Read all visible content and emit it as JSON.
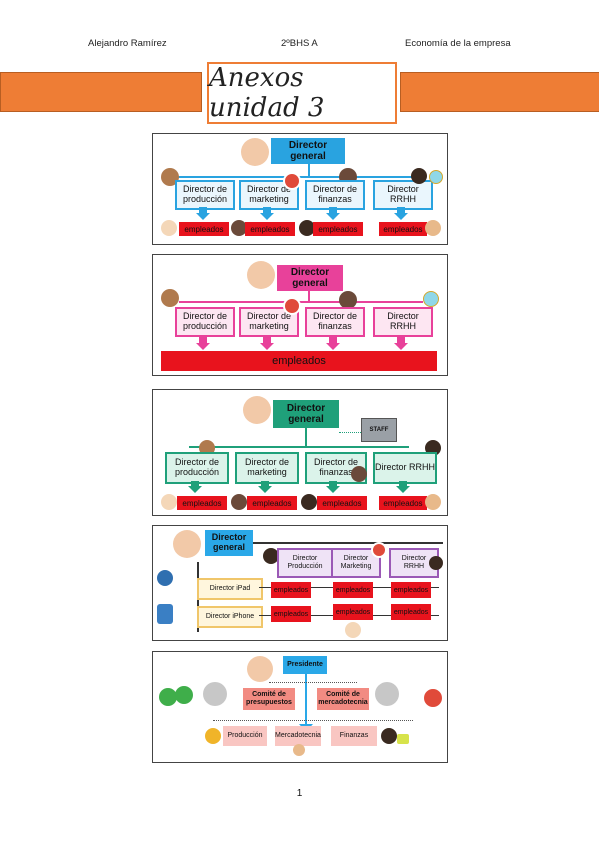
{
  "header": {
    "author": "Alejandro Ramírez",
    "course": "2ºBHS A",
    "subject": "Economía de la empresa"
  },
  "title": "Anexos unidad 3",
  "page_number": "1",
  "colors": {
    "band": "#ee7d35",
    "p1": "#29a3e0",
    "p2": "#e8419a",
    "p3": "#1fa07a",
    "p4": "#9b59b6",
    "p5": "#2aa8e8",
    "emp": "#e8131d"
  },
  "charts": {
    "c1": {
      "director": "Director general",
      "managers": [
        "Director de producción",
        "Director de marketing",
        "Director de finanzas",
        "Director RRHH"
      ],
      "employees": "empleados"
    },
    "c2": {
      "director": "Director general",
      "managers": [
        "Director de producción",
        "Director de marketing",
        "Director de finanzas",
        "Director RRHH"
      ],
      "employees": "empleados"
    },
    "c3": {
      "director": "Director general",
      "staff": "STAFF",
      "managers": [
        "Director de producción",
        "Director de marketing",
        "Director de finanzas",
        "Director RRHH"
      ],
      "employees": "empleados"
    },
    "c4": {
      "director": "Director general",
      "managers": [
        "Director Producción",
        "Director Marketing",
        "Director RRHH"
      ],
      "projects": [
        "Director iPad",
        "Director iPhone"
      ],
      "employees": "empleados"
    },
    "c5": {
      "president": "Presidente",
      "committees": [
        "Comité de presupuestos",
        "Comité de mercadotecnia"
      ],
      "areas": [
        "Producción",
        "Mercadotecnia",
        "Finanzas"
      ]
    }
  }
}
